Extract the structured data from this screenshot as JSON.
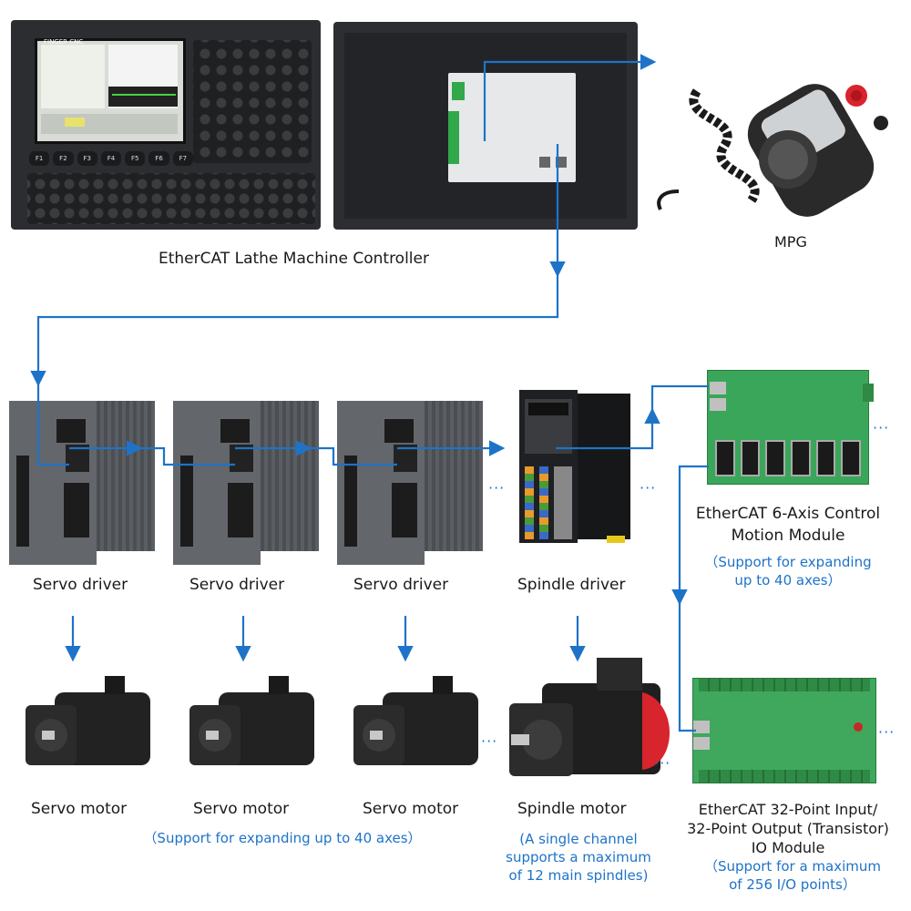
{
  "controller": {
    "brand": "FINGER CNC",
    "label": "EtherCAT Lathe Machine Controller",
    "f_keys": [
      "F1",
      "F2",
      "F3",
      "F4",
      "F5",
      "F6",
      "F7"
    ]
  },
  "mpg": {
    "label": "MPG"
  },
  "servo_drivers": [
    {
      "label": "Servo driver"
    },
    {
      "label": "Servo driver"
    },
    {
      "label": "Servo driver"
    }
  ],
  "spindle_driver": {
    "label": "Spindle driver"
  },
  "servo_motors": [
    {
      "label": "Servo motor"
    },
    {
      "label": "Servo motor"
    },
    {
      "label": "Servo motor"
    }
  ],
  "spindle_motor": {
    "label": "Spindle motor",
    "note_lines": [
      "(A single channel",
      "supports a maximum",
      "of 12 main spindles)"
    ]
  },
  "servo_note": "（Support for expanding up to 40 axes）",
  "motion_module": {
    "title_lines": [
      "EtherCAT 6-Axis Control",
      "Motion Module"
    ],
    "note_lines": [
      "（Support for expanding",
      "up to 40 axes）"
    ]
  },
  "io_module": {
    "title_lines": [
      "EtherCAT 32-Point Input/",
      "32-Point Output (Transistor)",
      "IO Module"
    ],
    "note_lines": [
      "（Support for a maximum",
      "of 256 I/O points）"
    ]
  },
  "ellipsis": "···",
  "colors": {
    "accent_blue": "#1e73c8",
    "panel_dark": "#2b2d30",
    "driver_gray": "#5a5d62",
    "pcb_green": "#3aa65a",
    "spindle_red": "#d8242c"
  }
}
